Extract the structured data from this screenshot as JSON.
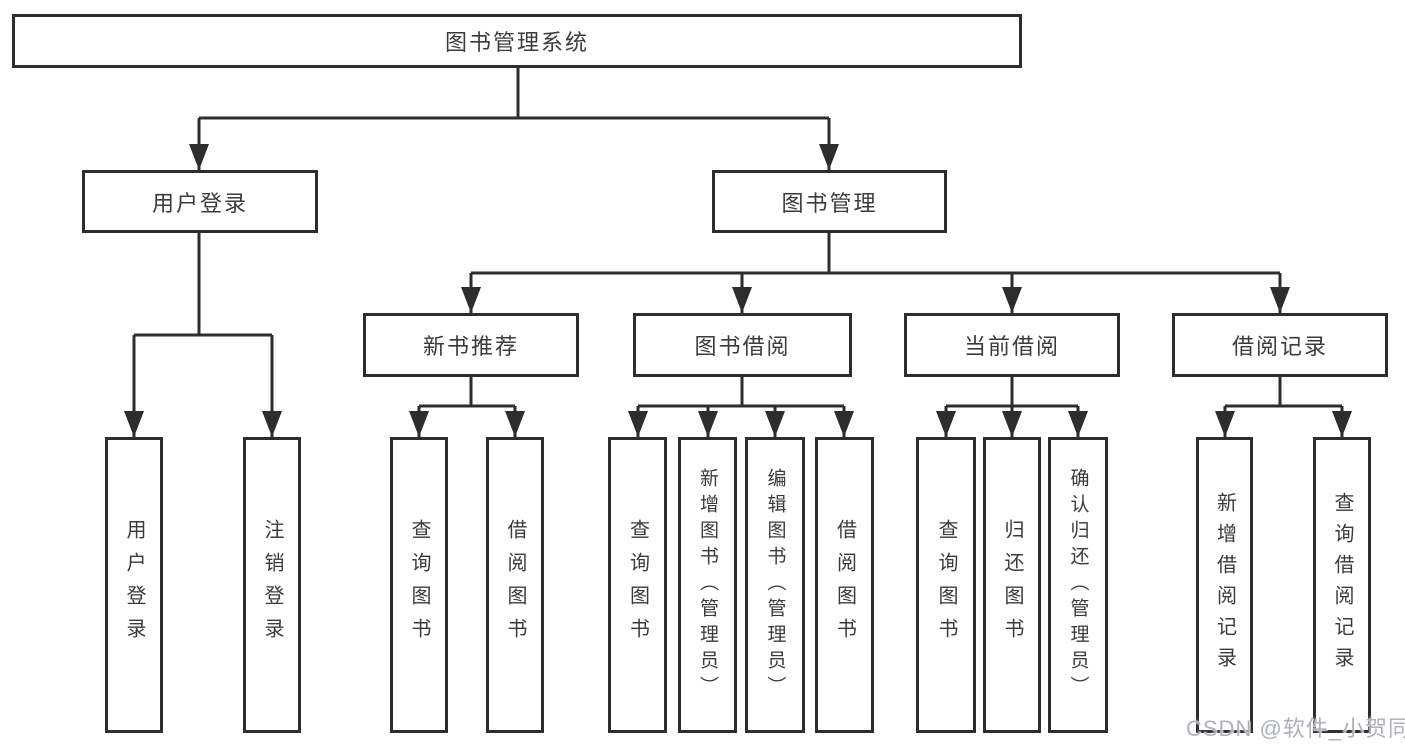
{
  "diagram": {
    "title": "图书管理系统",
    "level2": [
      {
        "label": "用户登录"
      },
      {
        "label": "图书管理"
      }
    ],
    "level3": [
      {
        "label": "新书推荐",
        "parent": "图书管理"
      },
      {
        "label": "图书借阅",
        "parent": "图书管理"
      },
      {
        "label": "当前借阅",
        "parent": "图书管理"
      },
      {
        "label": "借阅记录",
        "parent": "图书管理"
      }
    ],
    "leaves": [
      {
        "label": "用户登录",
        "parent": "用户登录"
      },
      {
        "label": "注销登录",
        "parent": "用户登录"
      },
      {
        "label": "查询图书",
        "parent": "新书推荐"
      },
      {
        "label": "借阅图书",
        "parent": "新书推荐"
      },
      {
        "label": "查询图书",
        "parent": "图书借阅"
      },
      {
        "label": "新增图书（管理员）",
        "parent": "图书借阅"
      },
      {
        "label": "编辑图书（管理员）",
        "parent": "图书借阅"
      },
      {
        "label": "借阅图书",
        "parent": "图书借阅"
      },
      {
        "label": "查询图书",
        "parent": "当前借阅"
      },
      {
        "label": "归还图书",
        "parent": "当前借阅"
      },
      {
        "label": "确认归还（管理员）",
        "parent": "当前借阅"
      },
      {
        "label": "新增借阅记录",
        "parent": "借阅记录"
      },
      {
        "label": "查询借阅记录",
        "parent": "借阅记录"
      }
    ],
    "watermark": "CSDN @软件_小贺同学",
    "colors": {
      "line": "#2d2d2d",
      "text": "#3b3b3b",
      "background": "#ffffff",
      "watermark": "#aeb2b8"
    }
  }
}
